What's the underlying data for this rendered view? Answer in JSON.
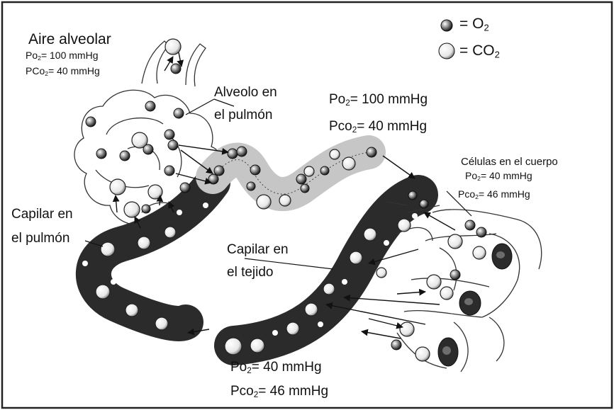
{
  "legend": {
    "o2_symbol": "= O",
    "o2_sub": "2",
    "co2_symbol": "= CO",
    "co2_sub": "2"
  },
  "alveolar_air": {
    "title": "Aire alveolar",
    "po2_prefix": "Po",
    "po2_sub": "2",
    "po2_value": "= 100 mmHg",
    "pco2_prefix": "PCo",
    "pco2_sub": "2",
    "pco2_value": "= 40 mmHg"
  },
  "alveolus_label": {
    "line1": "Alveolo en",
    "line2": "el pulmón"
  },
  "oxygenated_blood": {
    "po2_prefix": "Po",
    "po2_sub": "2",
    "po2_value": "= 100 mmHg",
    "pco2_prefix": "Pco",
    "pco2_sub": "2",
    "pco2_value": "= 40 mmHg"
  },
  "body_cells": {
    "title": "Células en el cuerpo",
    "po2_prefix": "Po",
    "po2_sub": "2",
    "po2_value": "= 40 mmHg",
    "pco2_prefix": "Pco",
    "pco2_sub": "2",
    "pco2_value": "= 46 mmHg"
  },
  "lung_capillary": {
    "line1": "Capilar en",
    "line2": "el pulmón"
  },
  "tissue_capillary": {
    "line1": "Capilar en",
    "line2": "el tejido"
  },
  "deoxygenated_blood": {
    "po2_prefix": "Po",
    "po2_sub": "2",
    "po2_value": "= 40 mmHg",
    "pco2_prefix": "Pco",
    "pco2_sub": "2",
    "pco2_value": "= 46 mmHg"
  },
  "colors": {
    "border": "#222222",
    "vessel_dark": "#2a2a2a",
    "vessel_light": "#c4c4c4",
    "bubble": "#f4f4f4"
  }
}
